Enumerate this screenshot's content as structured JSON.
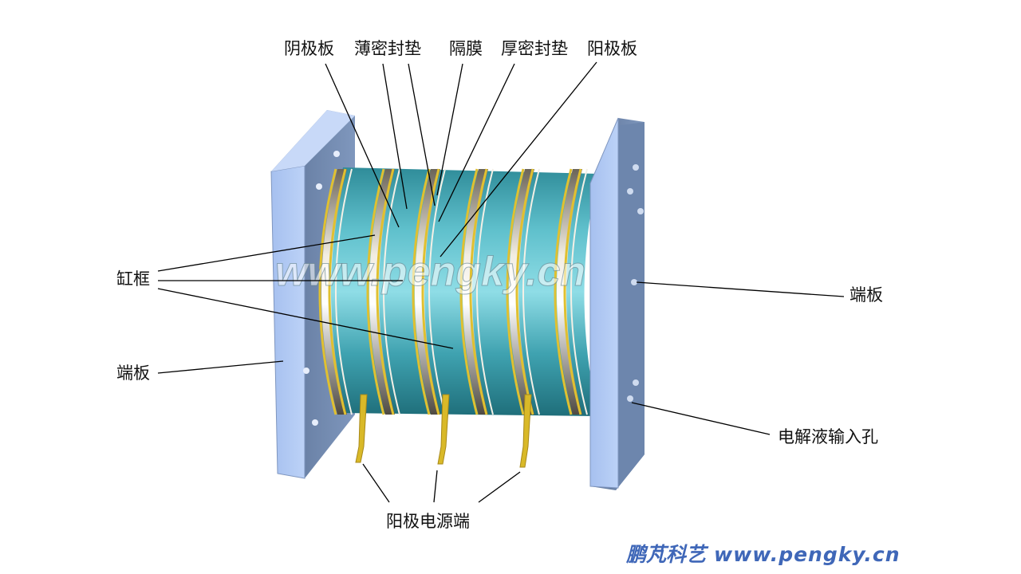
{
  "labels": {
    "cathode_plate": "阴极板",
    "thin_gasket": "薄密封垫",
    "diaphragm": "隔膜",
    "thick_gasket": "厚密封垫",
    "anode_plate": "阳极板",
    "cylinder_frame": "缸框",
    "end_plate_left": "端板",
    "end_plate_right": "端板",
    "electrolyte_inlet": "电解液输入孔",
    "anode_terminal": "阳极电源端"
  },
  "watermark": "www.pengky.cn",
  "footer": {
    "brand": "鹏芃科艺",
    "url": "www.pengky.cn"
  },
  "colors": {
    "end_plate": "#a9c3f0",
    "end_plate_side": "#6d86ad",
    "cylinder": "#4aa8b5",
    "gasket": "#e0c030",
    "frame_ring": "#d9d2c4",
    "terminal": "#d9b928",
    "leader": "#000000",
    "brand": "#3f67b8"
  }
}
